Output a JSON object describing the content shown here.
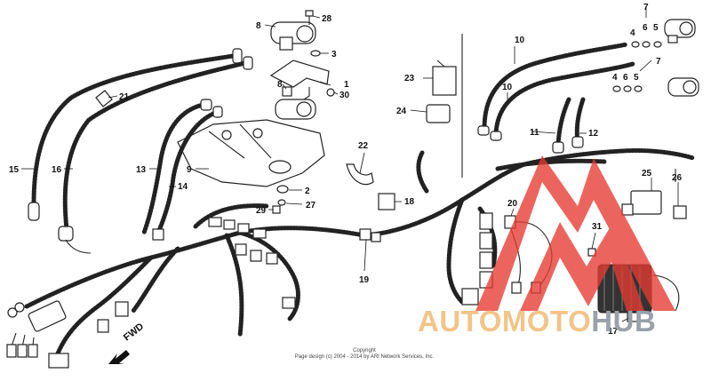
{
  "diagram": {
    "callouts": [
      {
        "id": "c1",
        "text": "1"
      },
      {
        "id": "c2",
        "text": "2"
      },
      {
        "id": "c3",
        "text": "3"
      },
      {
        "id": "c4a",
        "text": "4"
      },
      {
        "id": "c4b",
        "text": "4"
      },
      {
        "id": "c5a",
        "text": "5"
      },
      {
        "id": "c5b",
        "text": "5"
      },
      {
        "id": "c6a",
        "text": "6"
      },
      {
        "id": "c6b",
        "text": "6"
      },
      {
        "id": "c7a",
        "text": "7"
      },
      {
        "id": "c7b",
        "text": "7"
      },
      {
        "id": "c8a",
        "text": "8"
      },
      {
        "id": "c8b",
        "text": "8"
      },
      {
        "id": "c9",
        "text": "9"
      },
      {
        "id": "c10a",
        "text": "10"
      },
      {
        "id": "c10b",
        "text": "10"
      },
      {
        "id": "c11",
        "text": "11"
      },
      {
        "id": "c12",
        "text": "12"
      },
      {
        "id": "c13",
        "text": "13"
      },
      {
        "id": "c14",
        "text": "14"
      },
      {
        "id": "c15",
        "text": "15"
      },
      {
        "id": "c16",
        "text": "16"
      },
      {
        "id": "c17",
        "text": "17"
      },
      {
        "id": "c18",
        "text": "18"
      },
      {
        "id": "c19",
        "text": "19"
      },
      {
        "id": "c20",
        "text": "20"
      },
      {
        "id": "c21",
        "text": "21"
      },
      {
        "id": "c22",
        "text": "22"
      },
      {
        "id": "c23",
        "text": "23"
      },
      {
        "id": "c24",
        "text": "24"
      },
      {
        "id": "c25",
        "text": "25"
      },
      {
        "id": "c26",
        "text": "26"
      },
      {
        "id": "c27",
        "text": "27"
      },
      {
        "id": "c28",
        "text": "28"
      },
      {
        "id": "c29",
        "text": "29"
      },
      {
        "id": "c30",
        "text": "30"
      },
      {
        "id": "c31",
        "text": "31"
      }
    ],
    "fwd_label": "FWD",
    "copyright_line1": "Copyright",
    "copyright_line2": "Page design (c) 2004 - 2014 by ARI Network Services, Inc."
  },
  "watermark": {
    "text_orange": "AUTOMOTO",
    "text_gray": "HUB",
    "colors": {
      "orange": "#f2c488",
      "red": "#e63b32",
      "gray": "#9aa1a8"
    }
  }
}
